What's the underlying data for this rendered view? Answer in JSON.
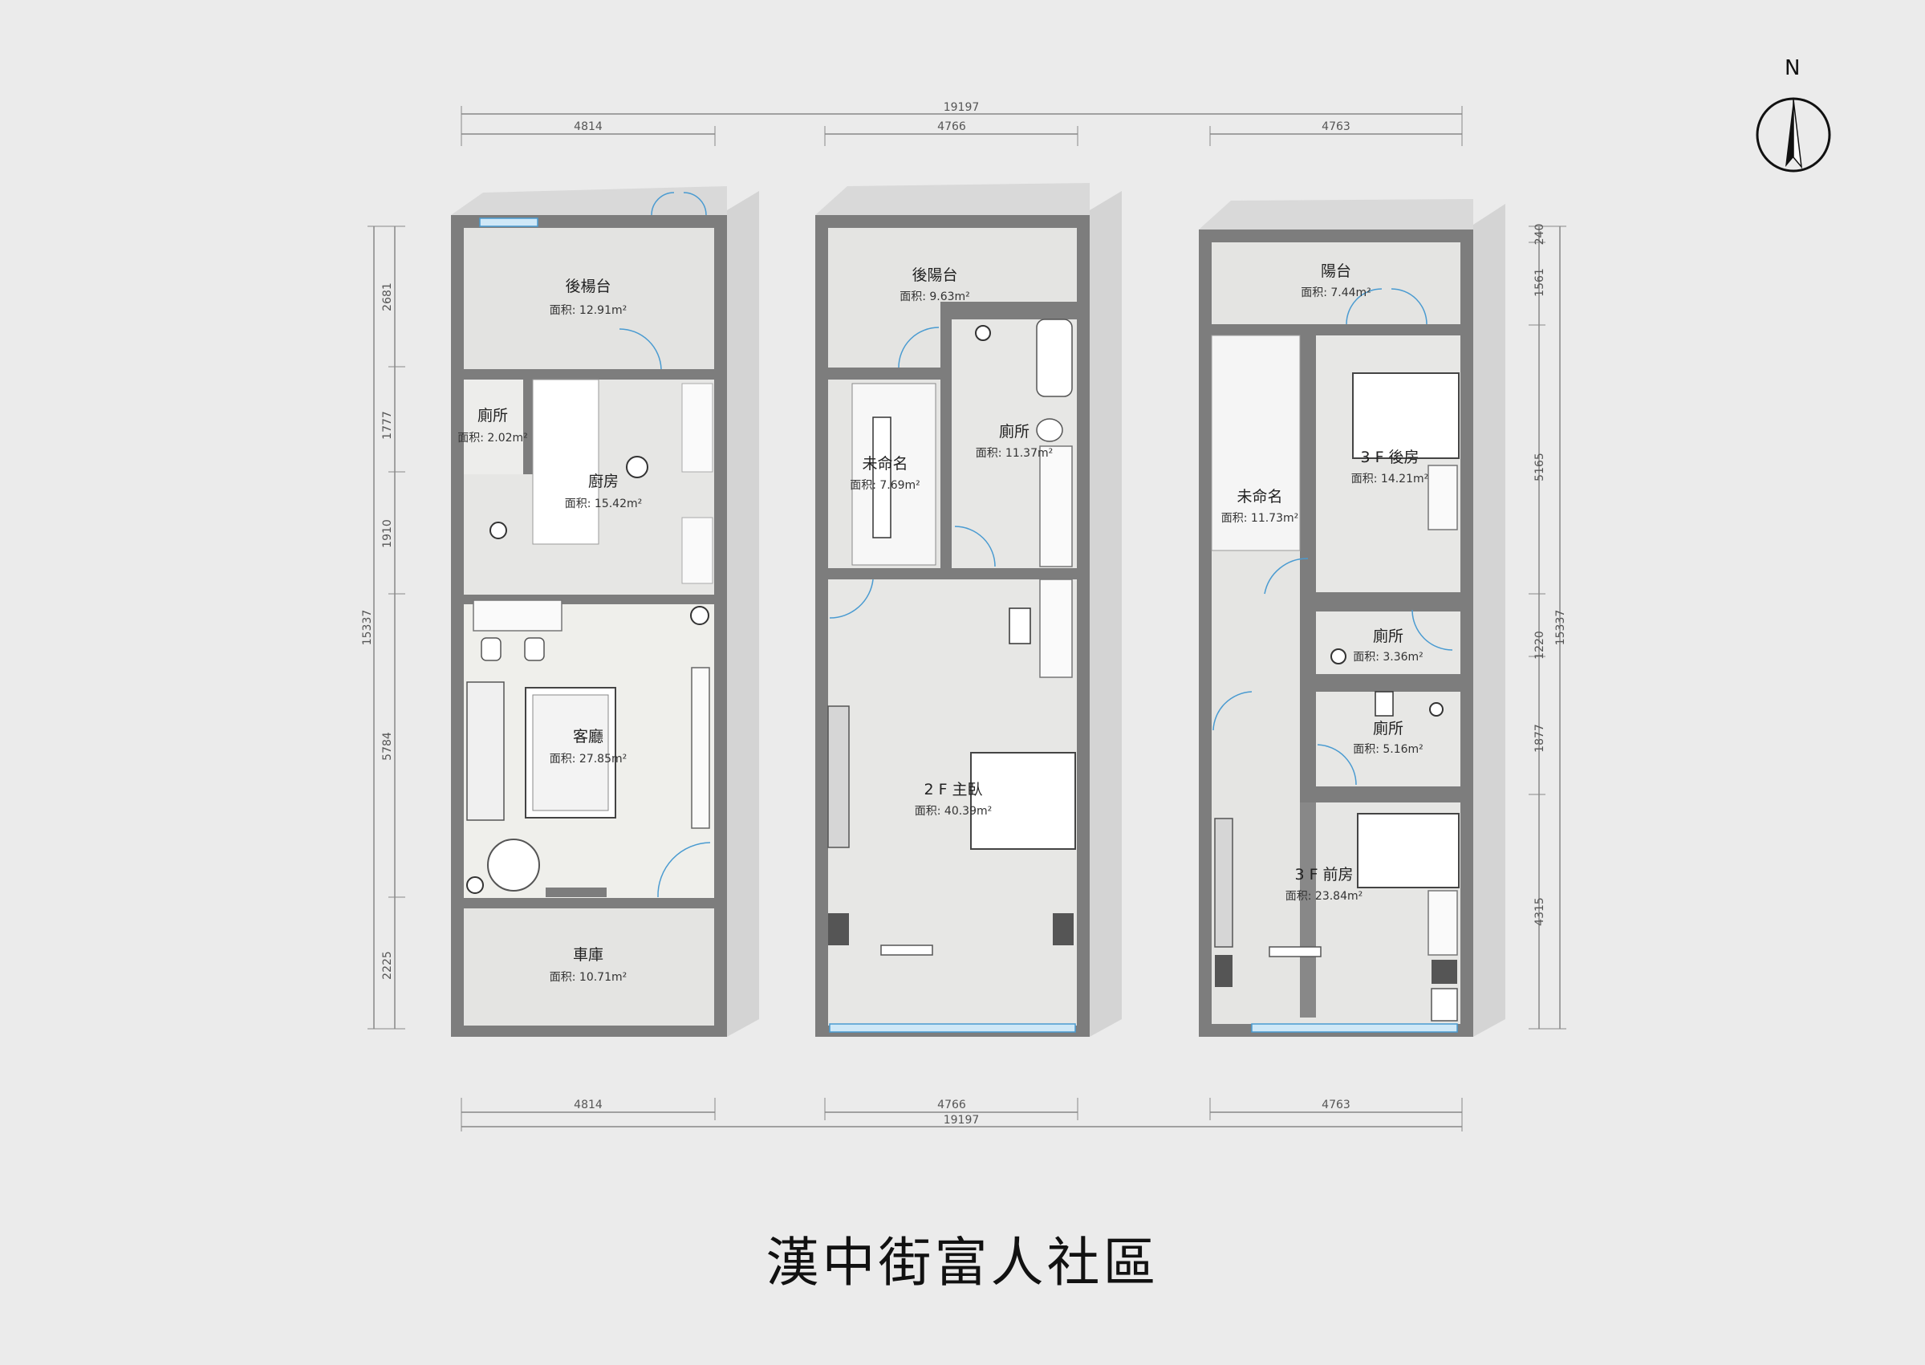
{
  "title": "漢中街富人社區",
  "compass": {
    "label": "N"
  },
  "dimensions": {
    "total_width": "19197",
    "floor_widths": [
      "4814",
      "4766",
      "4763"
    ],
    "total_height": "15337",
    "floor1_rows": [
      "2681",
      "1777",
      "1910",
      "5784",
      "2225"
    ],
    "floor3_rows": [
      "240",
      "1561",
      "5165",
      "1220",
      "1877",
      "4315"
    ]
  },
  "floors": [
    {
      "rooms": [
        {
          "name": "後楊台",
          "area": "面积: 12.91m²"
        },
        {
          "name": "廁所",
          "area": "面积: 2.02m²"
        },
        {
          "name": "廚房",
          "area": "面积: 15.42m²"
        },
        {
          "name": "客廳",
          "area": "面积: 27.85m²"
        },
        {
          "name": "車庫",
          "area": "面积: 10.71m²"
        }
      ]
    },
    {
      "rooms": [
        {
          "name": "後陽台",
          "area": "面积: 9.63m²"
        },
        {
          "name": "廁所",
          "area": "面积: 11.37m²"
        },
        {
          "name": "未命名",
          "area": "面积: 7.69m²"
        },
        {
          "name": "2 F 主臥",
          "area": "面积: 40.39m²"
        }
      ]
    },
    {
      "rooms": [
        {
          "name": "陽台",
          "area": "面积: 7.44m²"
        },
        {
          "name": "3 F 後房",
          "area": "面积: 14.21m²"
        },
        {
          "name": "未命名",
          "area": "面积: 11.73m²"
        },
        {
          "name": "廁所",
          "area": "面积: 3.36m²"
        },
        {
          "name": "廁所",
          "area": "面积: 5.16m²"
        },
        {
          "name": "3 F 前房",
          "area": "面积: 23.84m²"
        }
      ]
    }
  ]
}
